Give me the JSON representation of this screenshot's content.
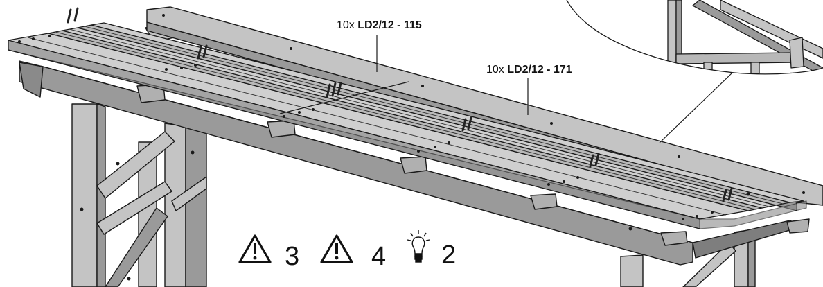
{
  "callouts": [
    {
      "qty": "10x",
      "part": "LD2/12 - 115"
    },
    {
      "qty": "10x",
      "part": "LD2/12 - 171"
    }
  ],
  "notes": [
    {
      "icon": "warning-triangle-icon",
      "number": "3"
    },
    {
      "icon": "warning-triangle-icon",
      "number": "4"
    },
    {
      "icon": "lightbulb-icon",
      "number": "2"
    }
  ],
  "colors": {
    "wood_top": "#c4c4c4",
    "wood_side": "#9a9a9a",
    "wood_dark": "#7e7e7e",
    "outline": "#1a1a1a",
    "screw": "#222222"
  }
}
